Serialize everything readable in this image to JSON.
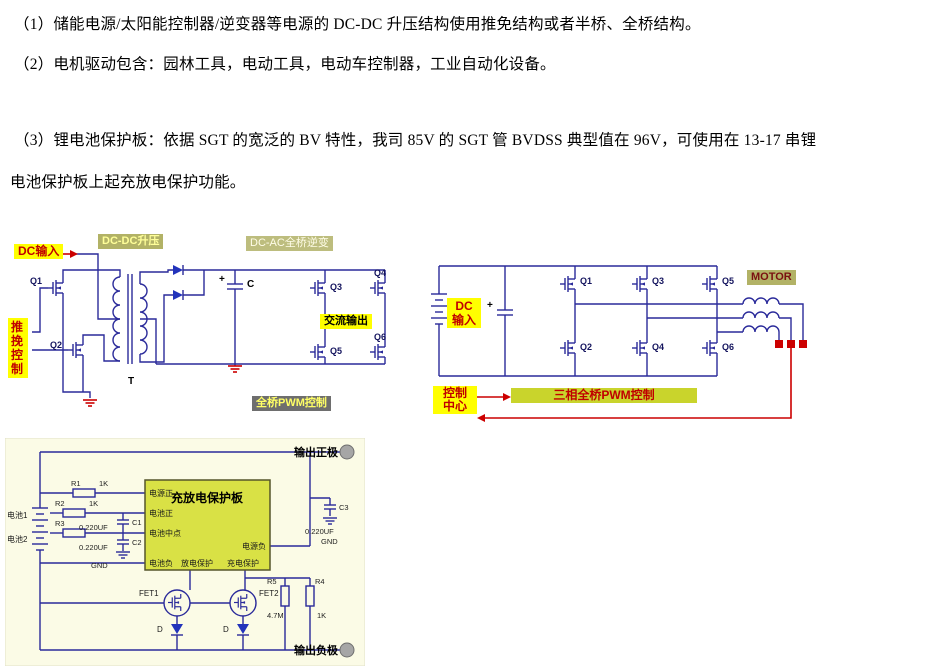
{
  "document": {
    "paragraph1": "（1）储能电源/太阳能控制器/逆变器等电源的 DC-DC 升压结构使用推免结构或者半桥、全桥结构。",
    "paragraph2": "（2）电机驱动包含：园林工具，电动工具，电动车控制器，工业自动化设备。",
    "paragraph3_line1": "（3）锂电池保护板：依据 SGT 的宽泛的 BV 特性，我司 85V 的 SGT 管 BVDSS 典型值在 96V，可使用在 13-17 串锂",
    "paragraph3_line2": "电池保护板上起充放电保护功能。"
  },
  "inverter_diagram": {
    "dc_input_label": "DC输入",
    "dcdc_boost_label": "DC-DC升压",
    "dcac_bridge_label": "DC-AC全桥逆变",
    "push_pull_label": "推挽控制",
    "ac_output_label": "交流输出",
    "pwm_label": "全桥PWM控制",
    "q1": "Q1",
    "q2": "Q2",
    "q3": "Q3",
    "q4": "Q4",
    "q5": "Q5",
    "q6": "Q6",
    "transformer_ref": "T",
    "cap_ref": "C",
    "cap_polarity": "+"
  },
  "motor_diagram": {
    "dc_input_label": "DC输入",
    "motor_label": "MOTOR",
    "control_center_line1": "控制",
    "control_center_line2": "中心",
    "pwm_label": "三相全桥PWM控制",
    "q1": "Q1",
    "q2": "Q2",
    "q3": "Q3",
    "q4": "Q4",
    "q5": "Q5",
    "q6": "Q6",
    "cap_polarity": "+"
  },
  "bms_diagram": {
    "output_positive_label": "输出正极",
    "output_negative_label": "输出负极",
    "battery1_label": "电池1",
    "battery2_label": "电池2",
    "board_title": "充放电保护板",
    "pin_power_positive": "电源正",
    "pin_battery_positive": "电池正",
    "pin_battery_middle": "电池中点",
    "pin_battery_negative": "电池负",
    "pin_discharge_protect": "放电保护",
    "pin_charge_protect": "充电保护",
    "pin_power_negative": "电源负",
    "r1_ref": "R1",
    "r1_value": "1K",
    "r2_ref": "R2",
    "r2_value": "1K",
    "r3_ref": "R3",
    "c1_ref": "C1",
    "c1_value": "0.220UF",
    "c2_ref": "C2",
    "c2_value": "0.220UF",
    "c3_ref": "C3",
    "c3_value": "0.220UF",
    "gnd1_label": "GND",
    "gnd2_label": "GND",
    "fet1_ref": "FET1",
    "fet2_ref": "FET2",
    "r5_ref": "R5",
    "r5_value": "4.7M",
    "r4_ref": "R4",
    "r4_value": "1K",
    "diode1_ref": "D",
    "diode2_ref": "D"
  },
  "colors": {
    "highlight_yellow": "#ffff00",
    "label_red": "#c00000",
    "olive_label": "#b2b266",
    "dark_gray_label": "#6e6e6e",
    "pwm_green": "#c9d42c",
    "circuit_blue": "#2a2a9a",
    "board_green": "#d9e145",
    "bms_background": "#fbfbe6"
  }
}
